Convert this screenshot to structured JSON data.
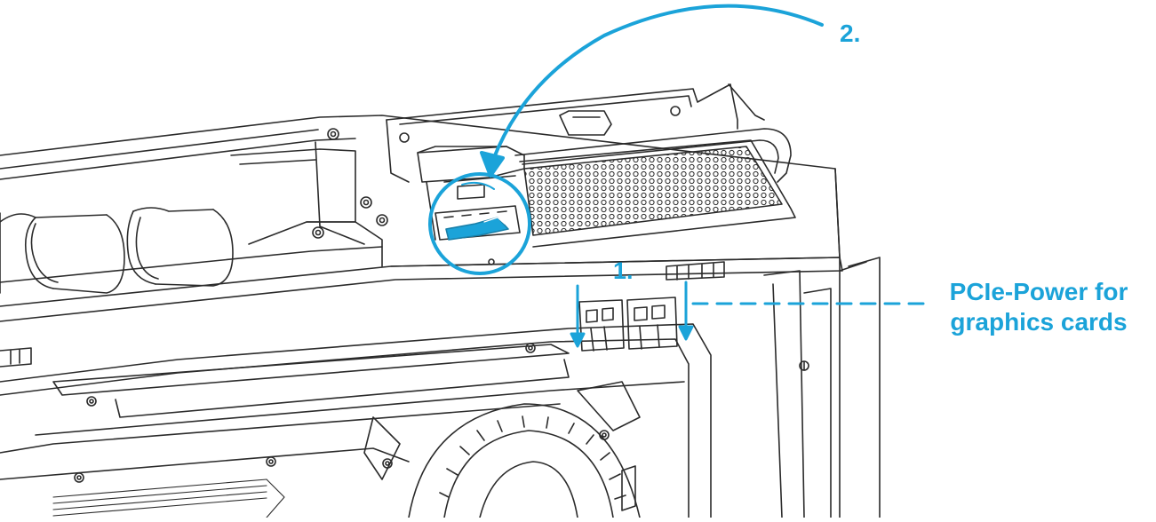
{
  "labels": {
    "step_1": "1.",
    "step_2": "2.",
    "callout_line1": "PCIe-Power for",
    "callout_line2": "graphics cards"
  },
  "colors": {
    "accent": "#1ba3d9",
    "linework": "#2b2b2b",
    "background": "#ffffff",
    "highlight_fill": "#1ba3d9"
  }
}
